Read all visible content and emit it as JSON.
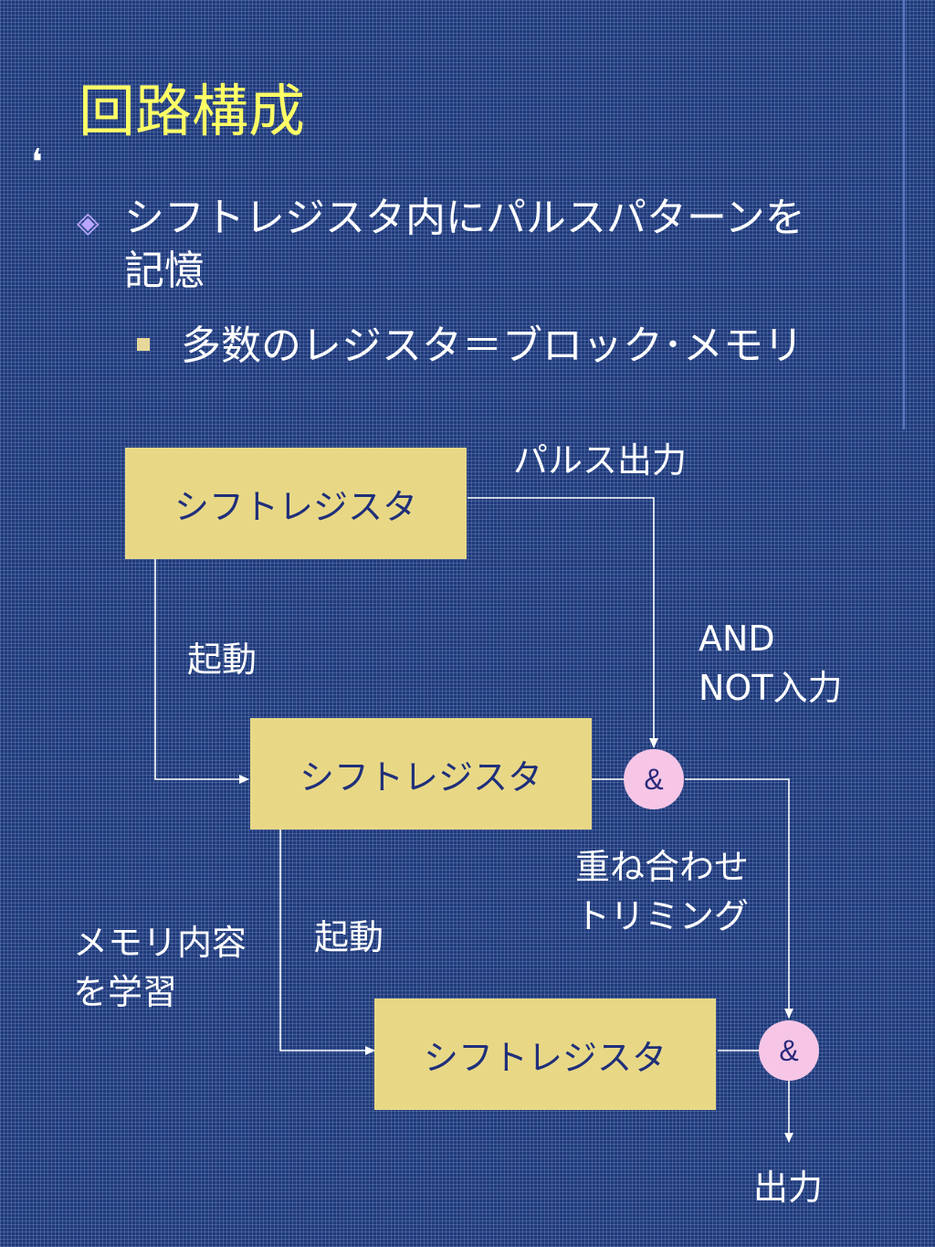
{
  "title": "回路構成",
  "bullets": {
    "level1_symbol": "◈",
    "level1_line1": "シフトレジスタ内にパルスパターンを",
    "level1_line2": "記憶",
    "level2": "多数のレジスタ＝ブロック･メモリ"
  },
  "diagram": {
    "register_label": "シフトレジスタ",
    "pulse_output": "パルス出力",
    "trigger": "起動",
    "and_not_line1": "AND",
    "and_not_line2": "NOT入力",
    "overlap_line1": "重ね合わせ",
    "overlap_line2": "トリミング",
    "learn_line1": "メモリ内容",
    "learn_line2": "を学習",
    "and_symbol": "&",
    "output": "出力"
  },
  "colors": {
    "background": "#1f3a7a",
    "title": "#ffff66",
    "box_fill": "#e8d886",
    "box_text": "#1f2f7a",
    "gate_fill": "#f7c6e6"
  }
}
